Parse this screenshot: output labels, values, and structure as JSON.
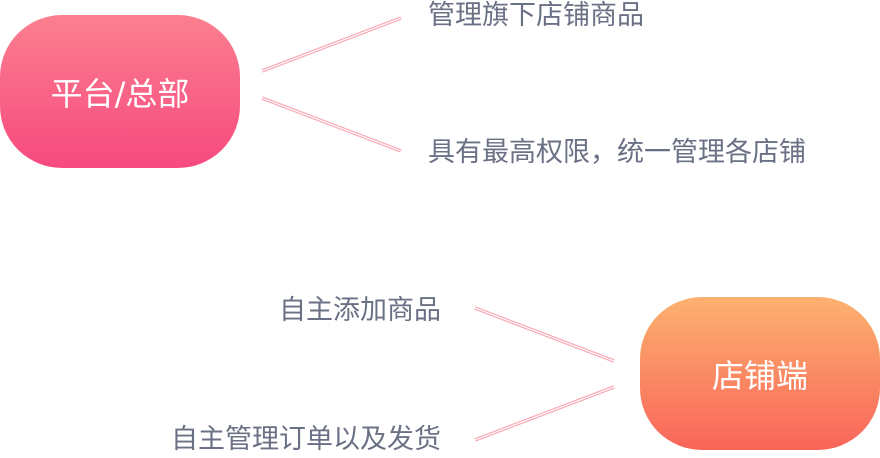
{
  "nodes": {
    "hq": {
      "label": "平台/总部",
      "desc": [
        "管理旗下店铺商品",
        "具有最高权限，统一管理各店铺"
      ]
    },
    "store": {
      "label": "店铺端",
      "desc": [
        "自主添加商品",
        "自主管理订单以及发货"
      ]
    }
  },
  "colors": {
    "connector": "#f9a7b4",
    "text": "#6b7185"
  }
}
